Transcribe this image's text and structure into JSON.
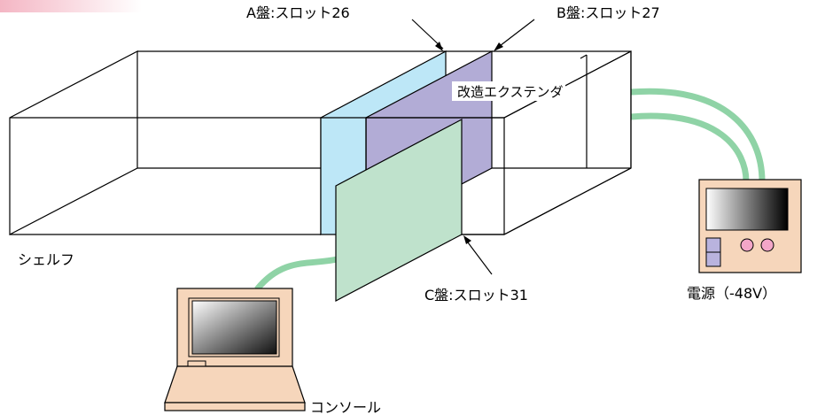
{
  "labels": {
    "board_a": "A盤:スロット26",
    "board_b": "B盤:スロット27",
    "board_c": "C盤:スロット31",
    "extender": "改造エクステンダ",
    "shelf": "シェルフ",
    "power": "電源（-48V）",
    "console": "コンソール"
  },
  "colors": {
    "board_a": "#bde7f7",
    "board_b": "#b2acd6",
    "board_c": "#bfe2cc",
    "cable": "#8fd3a6",
    "device_body": "#f6d6bb",
    "power_button": "#f3a6c8",
    "power_side_button": "#b9b3de",
    "corner_accent": "#f4b6c4"
  },
  "icons": {
    "console": "laptop-icon",
    "power_supply": "power-supply-icon"
  }
}
